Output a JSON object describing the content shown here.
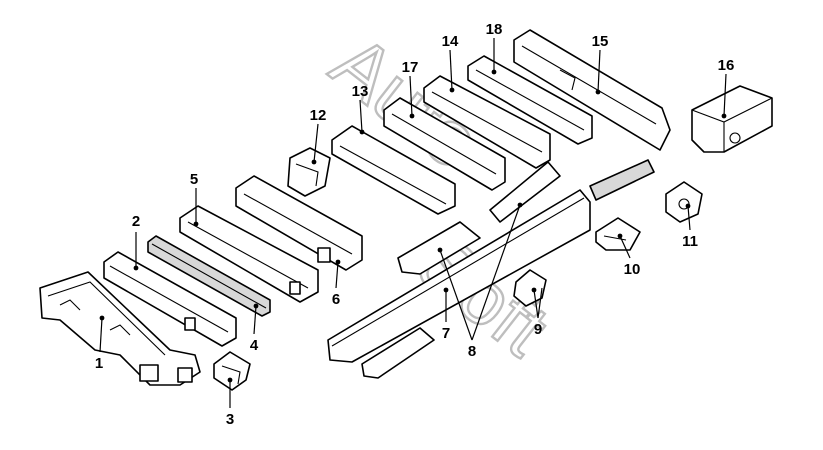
{
  "watermark": {
    "word1": "Auto",
    "word2": "Soft",
    "color": "#8a8a8a"
  },
  "callouts": {
    "c1": "1",
    "c2": "2",
    "c3": "3",
    "c4": "4",
    "c5": "5",
    "c6": "6",
    "c7": "7",
    "c8": "8",
    "c9": "9",
    "c10": "10",
    "c11": "11",
    "c12": "12",
    "c13": "13",
    "c14": "14",
    "c15": "15",
    "c16": "16",
    "c17": "17",
    "c18": "18"
  },
  "colors": {
    "line": "#000000",
    "background": "#ffffff",
    "hatch": "#d8d8d8"
  }
}
